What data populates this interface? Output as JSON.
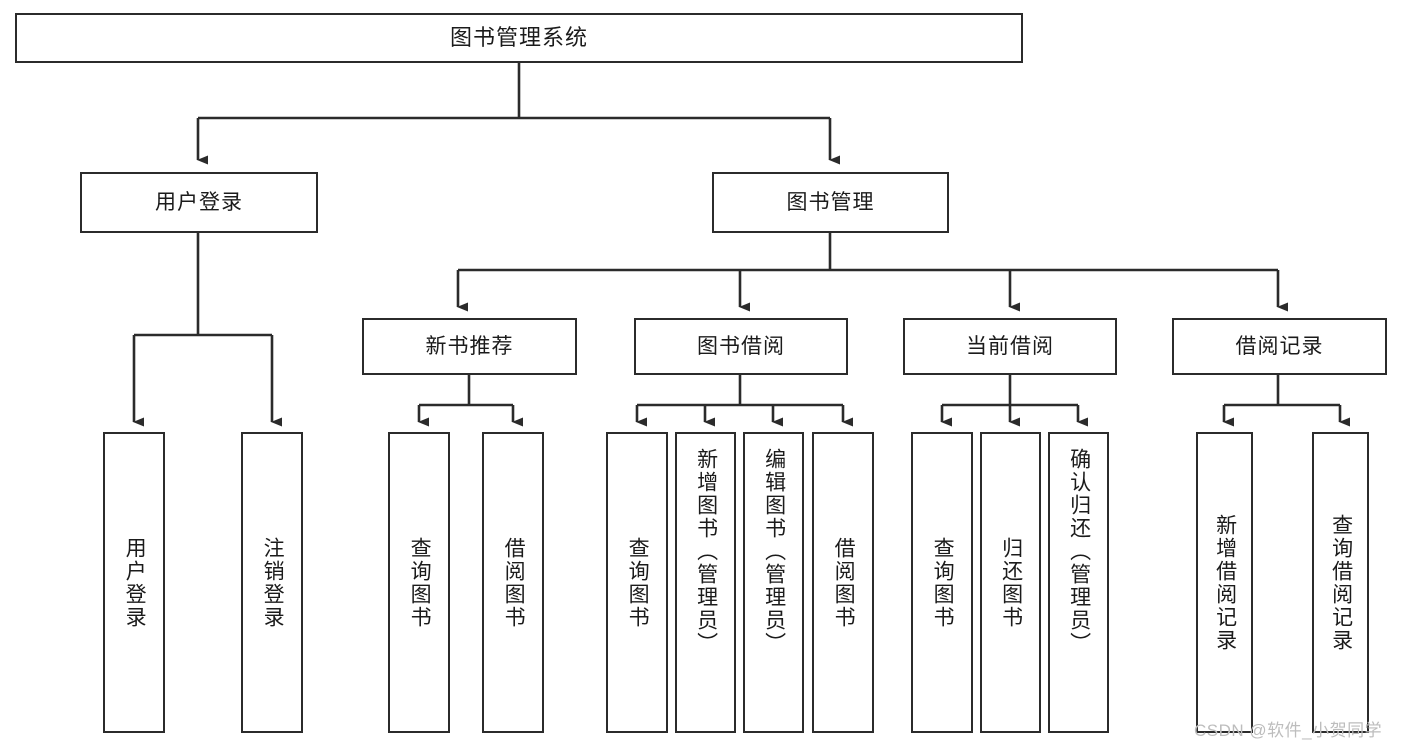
{
  "diagram": {
    "type": "tree",
    "title": "图书管理系统",
    "orientation": "top-down",
    "colors": {
      "background": "#ffffff",
      "box_border": "#2b2b2b",
      "box_fill": "#ffffff",
      "text": "#1b1b1b",
      "connector": "#2b2b2b",
      "watermark": "#bdbdbd"
    }
  },
  "root": {
    "label": "图书管理系统"
  },
  "level2": [
    {
      "label": "用户登录"
    },
    {
      "label": "图书管理"
    }
  ],
  "level3": [
    {
      "label": "新书推荐"
    },
    {
      "label": "图书借阅"
    },
    {
      "label": "当前借阅"
    },
    {
      "label": "借阅记录"
    }
  ],
  "leaves": {
    "user_login": [
      {
        "label": "用户登录"
      },
      {
        "label": "注销登录"
      }
    ],
    "new_book": [
      {
        "label": "查询图书"
      },
      {
        "label": "借阅图书"
      }
    ],
    "book_borrow": [
      {
        "label": "查询图书"
      },
      {
        "label": "新增图书（管理员）"
      },
      {
        "label": "编辑图书（管理员）"
      },
      {
        "label": "借阅图书"
      }
    ],
    "current_borrow": [
      {
        "label": "查询图书"
      },
      {
        "label": "归还图书"
      },
      {
        "label": "确认归还（管理员）"
      }
    ],
    "borrow_record": [
      {
        "label": "新增借阅记录"
      },
      {
        "label": "查询借阅记录"
      }
    ]
  },
  "watermark": {
    "text": "CSDN @软件_小贺同学"
  }
}
